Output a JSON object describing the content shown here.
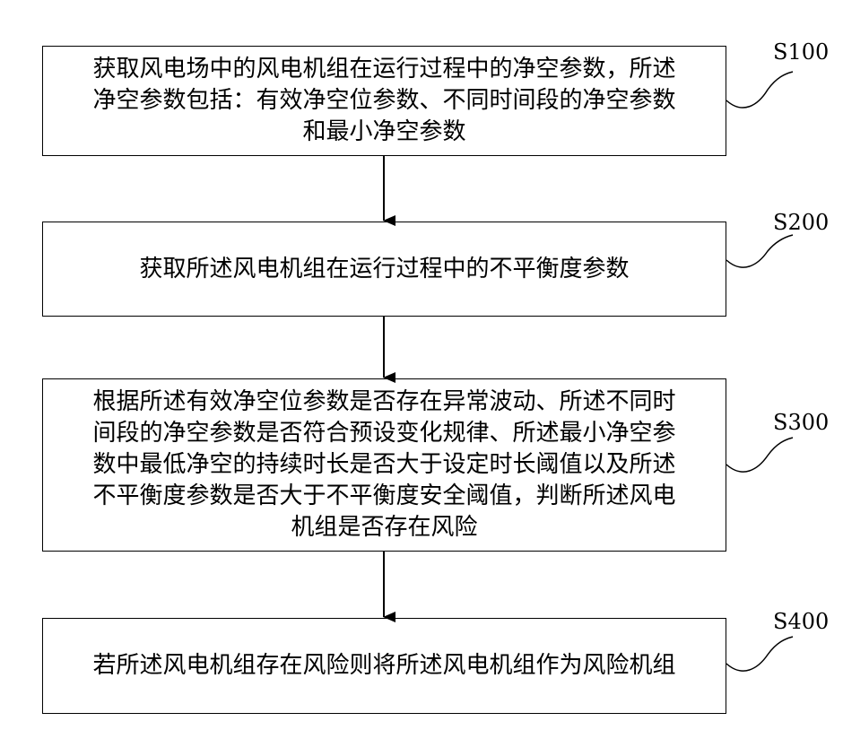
{
  "steps": [
    {
      "id": "S100",
      "lines": [
        "获取风电场中的风电机组在运行过程中的净空参数，所述",
        "净空参数包括：有效净空位参数、不同时间段的净空参数",
        "和最小净空参数"
      ]
    },
    {
      "id": "S200",
      "lines": [
        "获取所述风电机组在运行过程中的不平衡度参数"
      ]
    },
    {
      "id": "S300",
      "lines": [
        "根据所述有效净空位参数是否存在异常波动、所述不同时",
        "间段的净空参数是否符合预设变化规律、所述最小净空参",
        "数中最低净空的持续时长是否大于设定时长阈值以及所述",
        "不平衡度参数是否大于不平衡度安全阈值，判断所述风电",
        "机组是否存在风险"
      ]
    },
    {
      "id": "S400",
      "lines": [
        "若所述风电机组存在风险则将所述风电机组作为风险机组"
      ]
    }
  ]
}
